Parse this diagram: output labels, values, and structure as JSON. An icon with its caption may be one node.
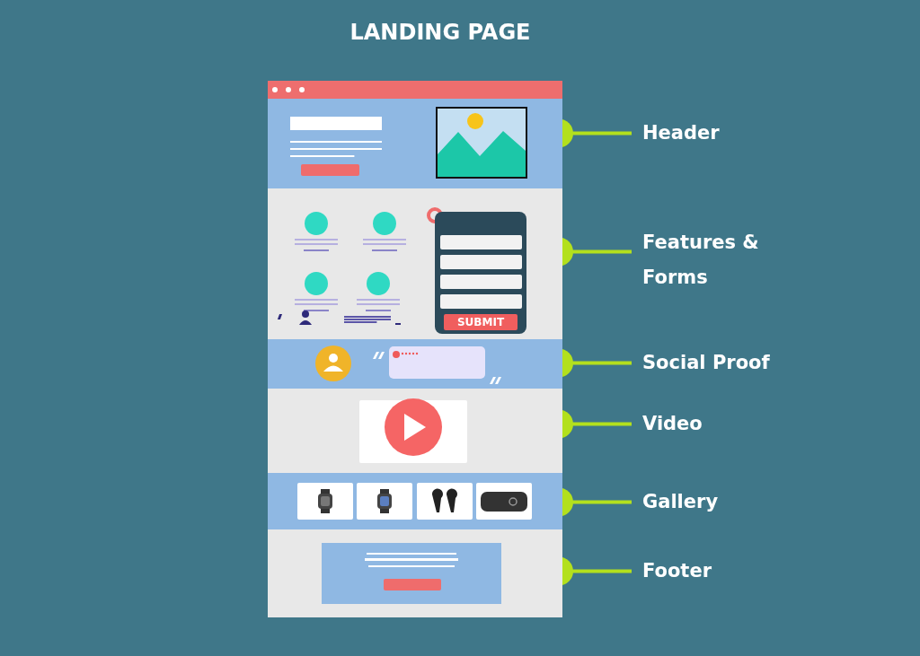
{
  "diagram": {
    "title": "LANDING PAGE",
    "nodes": [
      {
        "text": [],
        "shape": "box"
      },
      {
        "text": [],
        "shape": "box"
      },
      {
        "text": [],
        "shape": "box"
      },
      {
        "text": [],
        "shape": "box"
      },
      {
        "text": [],
        "shape": "box"
      },
      {
        "text": [],
        "shape": "box"
      },
      {
        "text": [
          "Header"
        ]
      },
      {
        "text": [
          "Features & Forms"
        ]
      },
      {
        "text": [
          "Social Proof"
        ]
      },
      {
        "text": [
          "Video"
        ]
      },
      {
        "text": [
          "Gallery"
        ]
      },
      {
        "text": [
          "Footer"
        ]
      }
    ],
    "edges": [
      {
        "from": 6,
        "to": 0,
        "arrow": "other"
      },
      {
        "from": 7,
        "to": 1,
        "arrow": "other"
      },
      {
        "from": 8,
        "to": 2,
        "arrow": "other"
      },
      {
        "from": 9,
        "to": 3,
        "arrow": "other"
      },
      {
        "from": 10,
        "to": 4,
        "arrow": "other"
      },
      {
        "from": 11,
        "to": 5,
        "arrow": "other"
      }
    ],
    "labels": [
      "SUBMIT"
    ]
  }
}
